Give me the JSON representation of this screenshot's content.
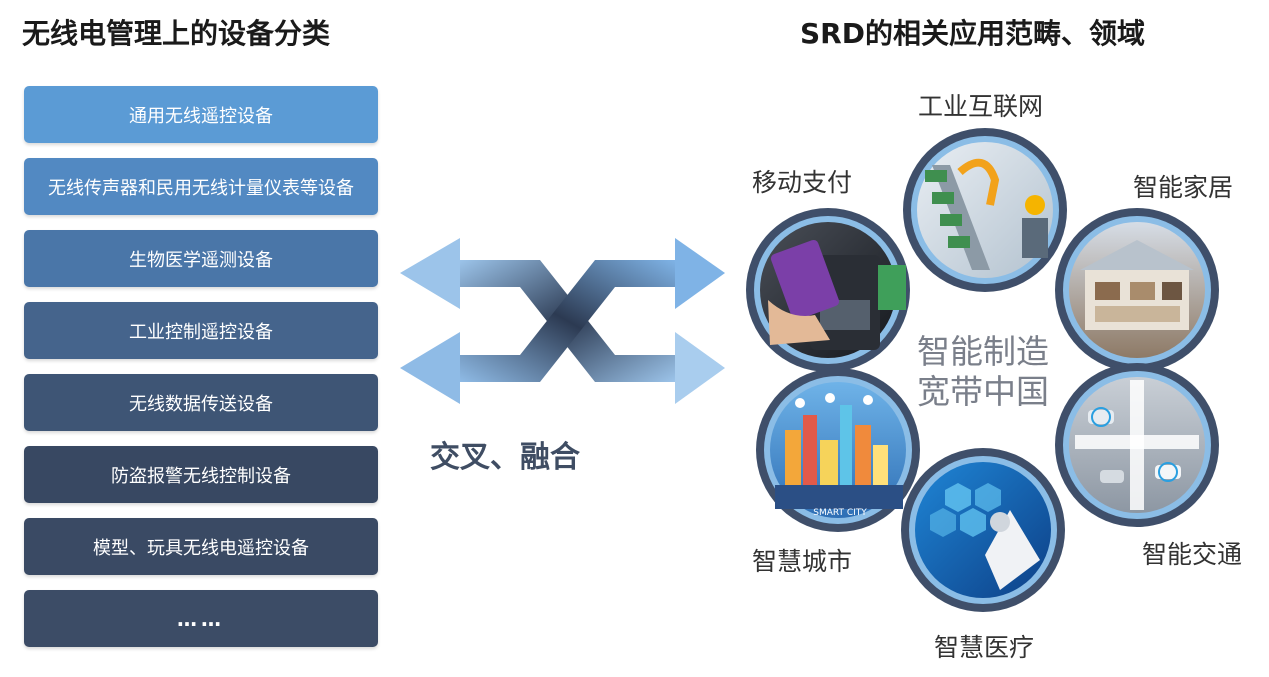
{
  "left_title": "无线电管理上的设备分类",
  "right_title": "SRD的相关应用范畴、领域",
  "device_categories": [
    {
      "label": "通用无线遥控设备",
      "color": "#5b9bd5"
    },
    {
      "label": "无线传声器和民用无线计量仪表等设备",
      "color": "#5289c2"
    },
    {
      "label": "生物医学遥测设备",
      "color": "#4a76a8"
    },
    {
      "label": "工业控制遥控设备",
      "color": "#45648c"
    },
    {
      "label": "无线数据传送设备",
      "color": "#3e5575"
    },
    {
      "label": "防盗报警无线控制设备",
      "color": "#384862"
    },
    {
      "label": "模型、玩具无线电遥控设备",
      "color": "#3a4a64"
    },
    {
      "label": "……",
      "color": "#3c4c66"
    }
  ],
  "cross_label": "交叉、融合",
  "center_text": [
    "智能制造",
    "宽带中国"
  ],
  "applications": [
    {
      "label": "工业互联网",
      "icon": "robot-arm-conveyor"
    },
    {
      "label": "移动支付",
      "icon": "phone-pos-payment"
    },
    {
      "label": "智能家居",
      "icon": "smart-home"
    },
    {
      "label": "智能交通",
      "icon": "smart-traffic"
    },
    {
      "label": "智慧医疗",
      "icon": "smart-medical"
    },
    {
      "label": "智慧城市",
      "icon": "smart-city"
    }
  ],
  "smart_city_caption": "SMART CITY"
}
